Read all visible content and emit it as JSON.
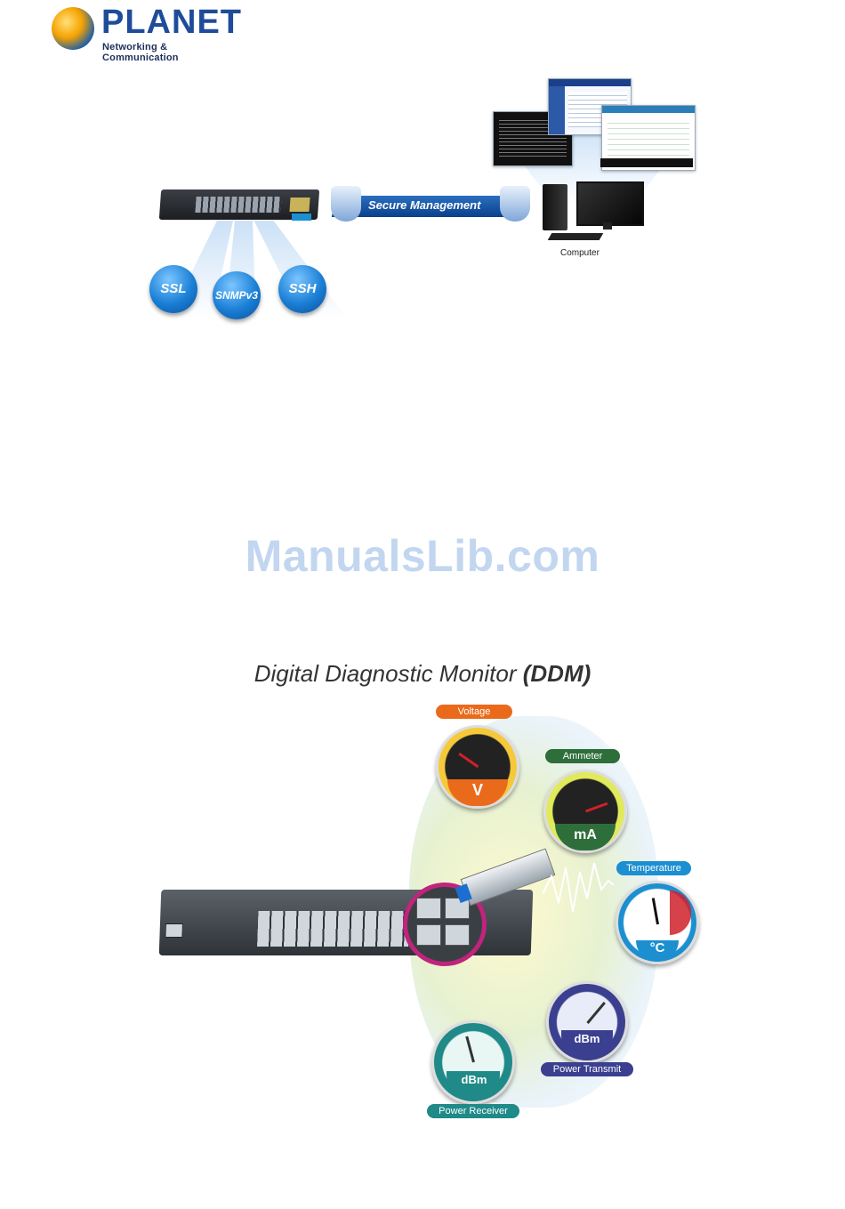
{
  "logo": {
    "brand": "PLANET",
    "tagline": "Networking & Communication"
  },
  "network": {
    "link_label": "Secure Management",
    "computer_label": "Computer",
    "protocols": [
      "SSL",
      "SNMPv3",
      "SSH"
    ]
  },
  "watermark": "ManualsLib.com",
  "ddm": {
    "title_main": "Digital Diagnostic Monitor ",
    "title_abbrev": "(DDM)",
    "gauges": {
      "voltage": {
        "label": "Voltage",
        "unit": "V",
        "color": "#ea6a1c"
      },
      "ammeter": {
        "label": "Ammeter",
        "unit": "mA",
        "color": "#2e6e3a"
      },
      "temperature": {
        "label": "Temperature",
        "unit": "°C",
        "color": "#1c8fd0"
      },
      "power_transmit": {
        "label": "Power Transmit",
        "unit": "dBm",
        "color": "#3b3f8f"
      },
      "power_receiver": {
        "label": "Power Receiver",
        "unit": "dBm",
        "color": "#1f8a88"
      }
    }
  }
}
